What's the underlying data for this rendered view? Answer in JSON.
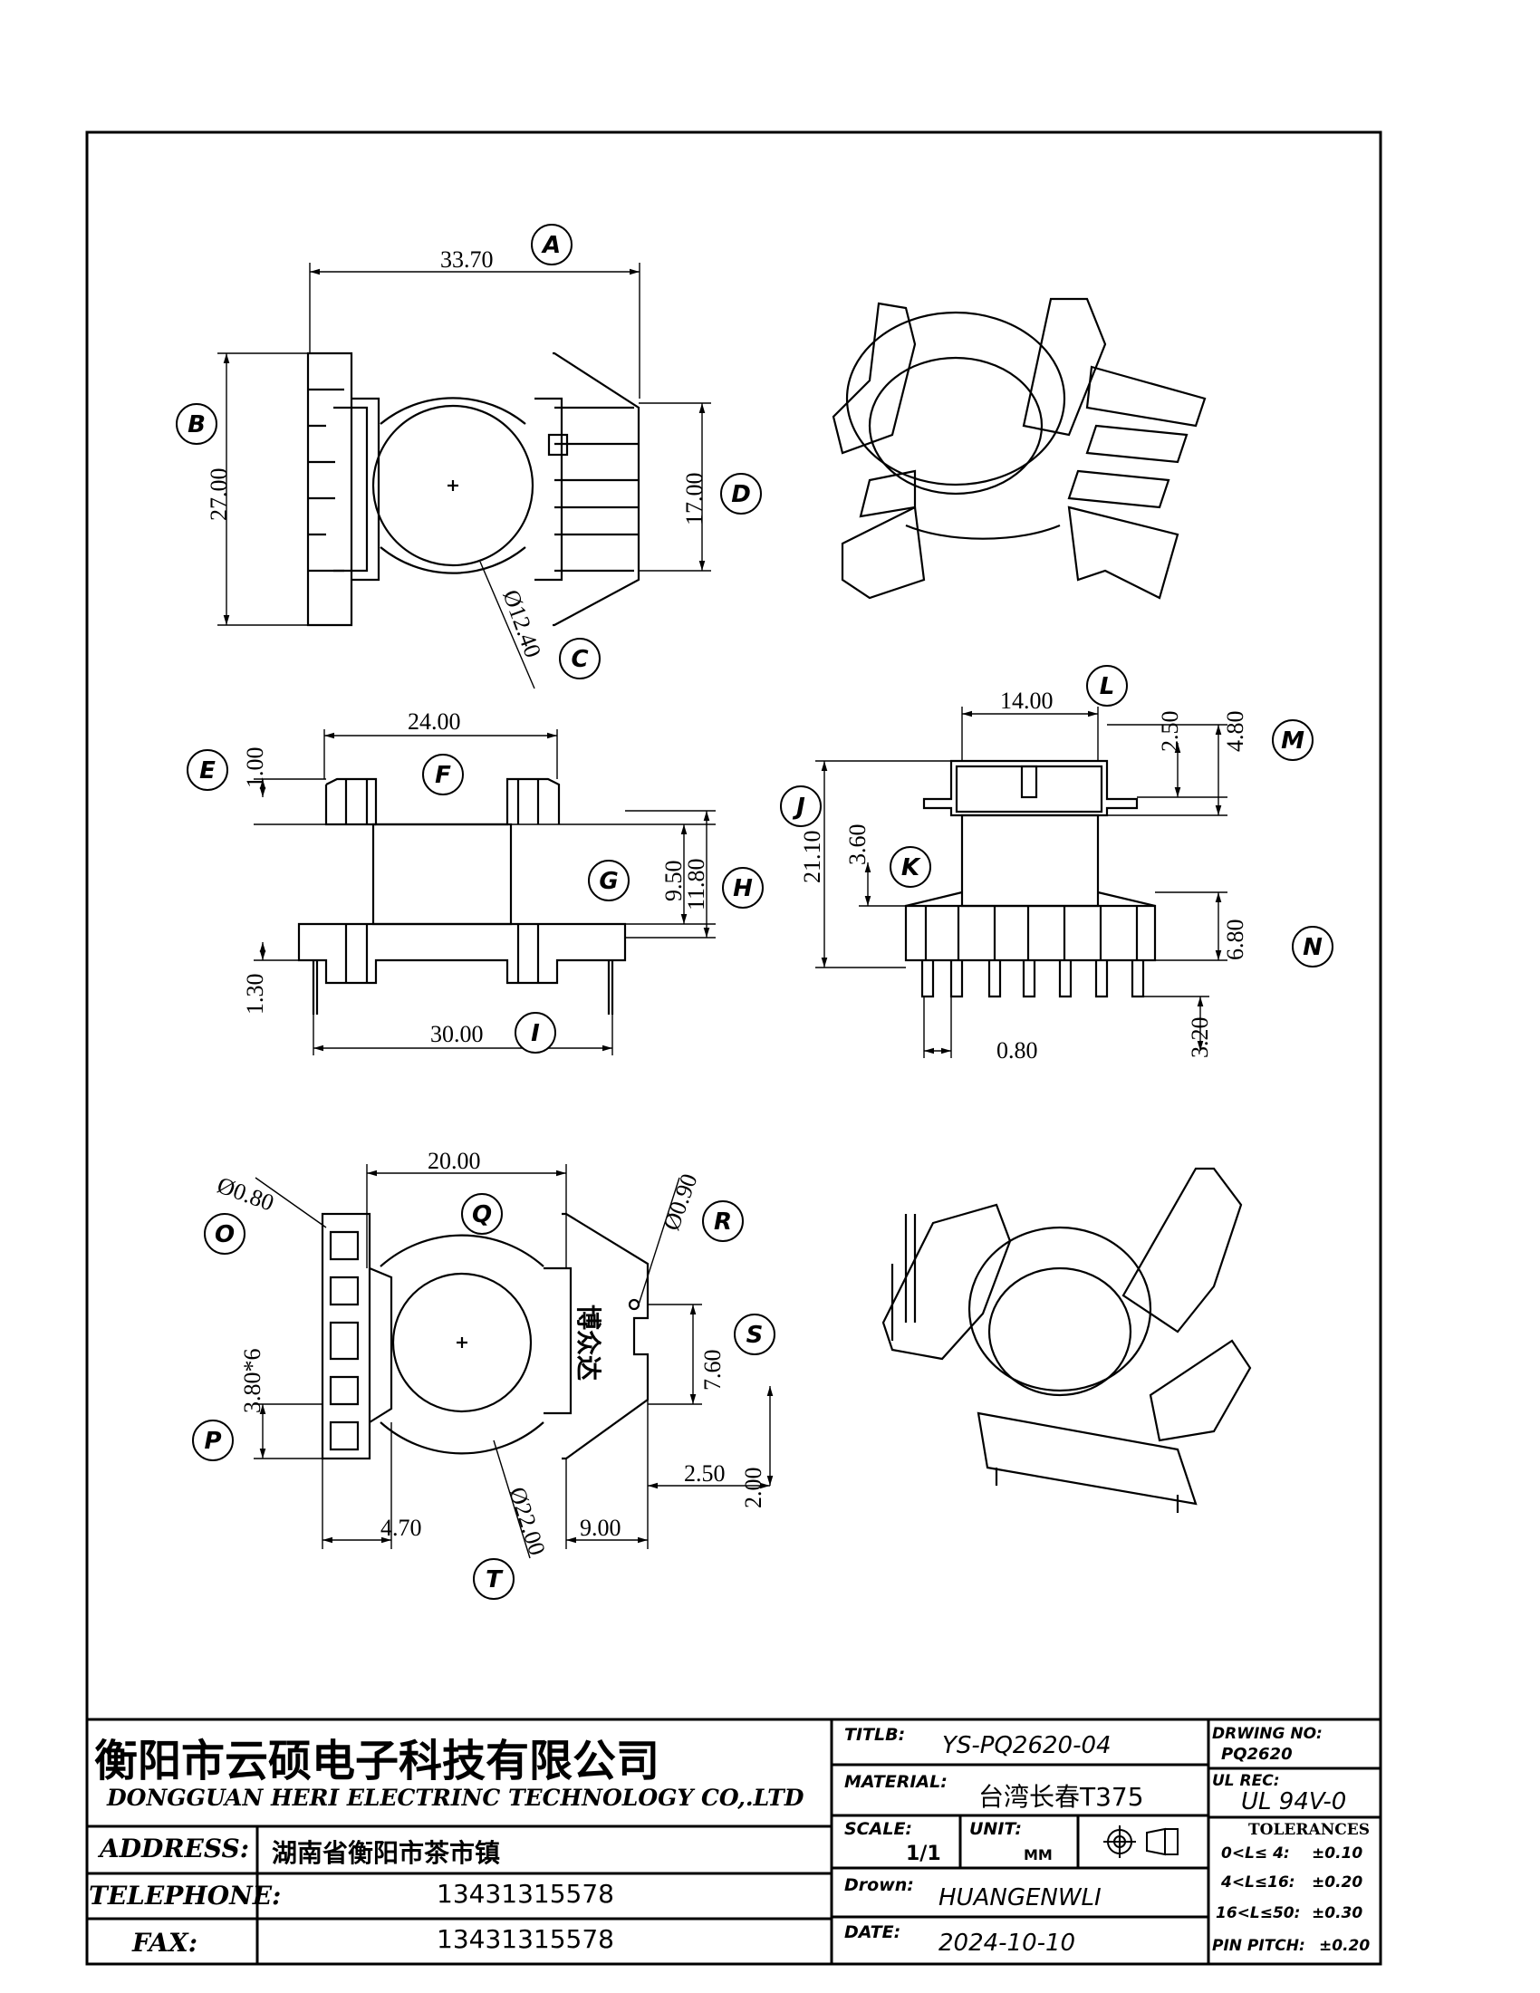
{
  "dimensions": {
    "A": "33.70",
    "B": "27.00",
    "C": "Ø12.40",
    "D": "17.00",
    "E": "1.00",
    "F": "24.00",
    "G": "9.50",
    "H": "11.80",
    "I": "30.00",
    "side_1_30": "1.30",
    "J": "21.10",
    "K": "3.60",
    "L": "14.00",
    "M": "4.80",
    "M2": "2.50",
    "N": "6.80",
    "pin_len": "3.20",
    "pin_dia": "0.80",
    "O": "Ø0.80",
    "Q": "20.00",
    "R": "Ø0.90",
    "S": "7.60",
    "P": "3.80*6",
    "T": "Ø22.00",
    "b4_70": "4.70",
    "b9_00": "9.00",
    "b2_50": "2.50",
    "b2_00": "2.00"
  },
  "bubbles": [
    "A",
    "B",
    "C",
    "D",
    "E",
    "F",
    "G",
    "H",
    "I",
    "J",
    "K",
    "L",
    "M",
    "N",
    "O",
    "P",
    "Q",
    "R",
    "S",
    "T"
  ],
  "part_marking": "博众达",
  "title_block": {
    "company_cn": "衡阳市云硕电子科技有限公司",
    "company_en": "DONGGUAN HERI ELECTRINC TECHNOLOGY CO,.LTD",
    "address_label": "ADDRESS:",
    "address_value": "湖南省衡阳市茶市镇",
    "telephone_label": "TELEPHONE:",
    "telephone_value": "13431315578",
    "fax_label": "FAX:",
    "fax_value": "13431315578",
    "title_label": "TITLB:",
    "title_value": "YS-PQ2620-04",
    "material_label": "MATERIAL:",
    "material_value": "台湾长春T375",
    "scale_label": "SCALE:",
    "scale_value": "1/1",
    "unit_label": "UNIT:",
    "unit_value": "MM",
    "drawn_label": "Drown:",
    "drawn_value": "HUANGENWLI",
    "date_label": "DATE:",
    "date_value": "2024-10-10",
    "drawing_no_label": "DRWING NO:",
    "drawing_no_value": "PQ2620",
    "ul_label": "UL REC:",
    "ul_value": "UL 94V-0",
    "tolerances_label": "TOLERANCES",
    "tol1_range": "0<L≤ 4:",
    "tol1_value": "±0.10",
    "tol2_range": "4<L≤16:",
    "tol2_value": "±0.20",
    "tol3_range": "16<L≤50:",
    "tol3_value": "±0.30",
    "pin_pitch_label": "PIN PITCH:",
    "pin_pitch_value": "±0.20"
  }
}
